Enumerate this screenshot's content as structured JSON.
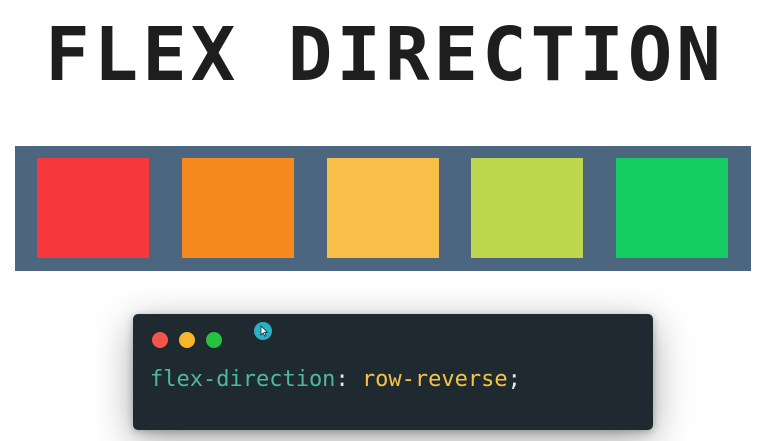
{
  "title": "FLEX DIRECTION",
  "boxes": [
    {
      "color": "#f7393f"
    },
    {
      "color": "#f78a1e"
    },
    {
      "color": "#f7bf47"
    },
    {
      "color": "#bfd64f"
    },
    {
      "color": "#13cc62"
    }
  ],
  "colors": {
    "container": "#4c6680",
    "code_bg": "#1f2a30",
    "property": "#4fb6a0",
    "value": "#f6c344",
    "punct": "#e8e8e8",
    "dot_red": "#f3544c",
    "dot_yellow": "#f8b52d",
    "dot_green": "#28c242"
  },
  "code": {
    "property": "flex-direction",
    "colon": ": ",
    "value": "row-reverse",
    "semicolon": ";"
  },
  "cursor_icon": "pointer-cursor-icon"
}
